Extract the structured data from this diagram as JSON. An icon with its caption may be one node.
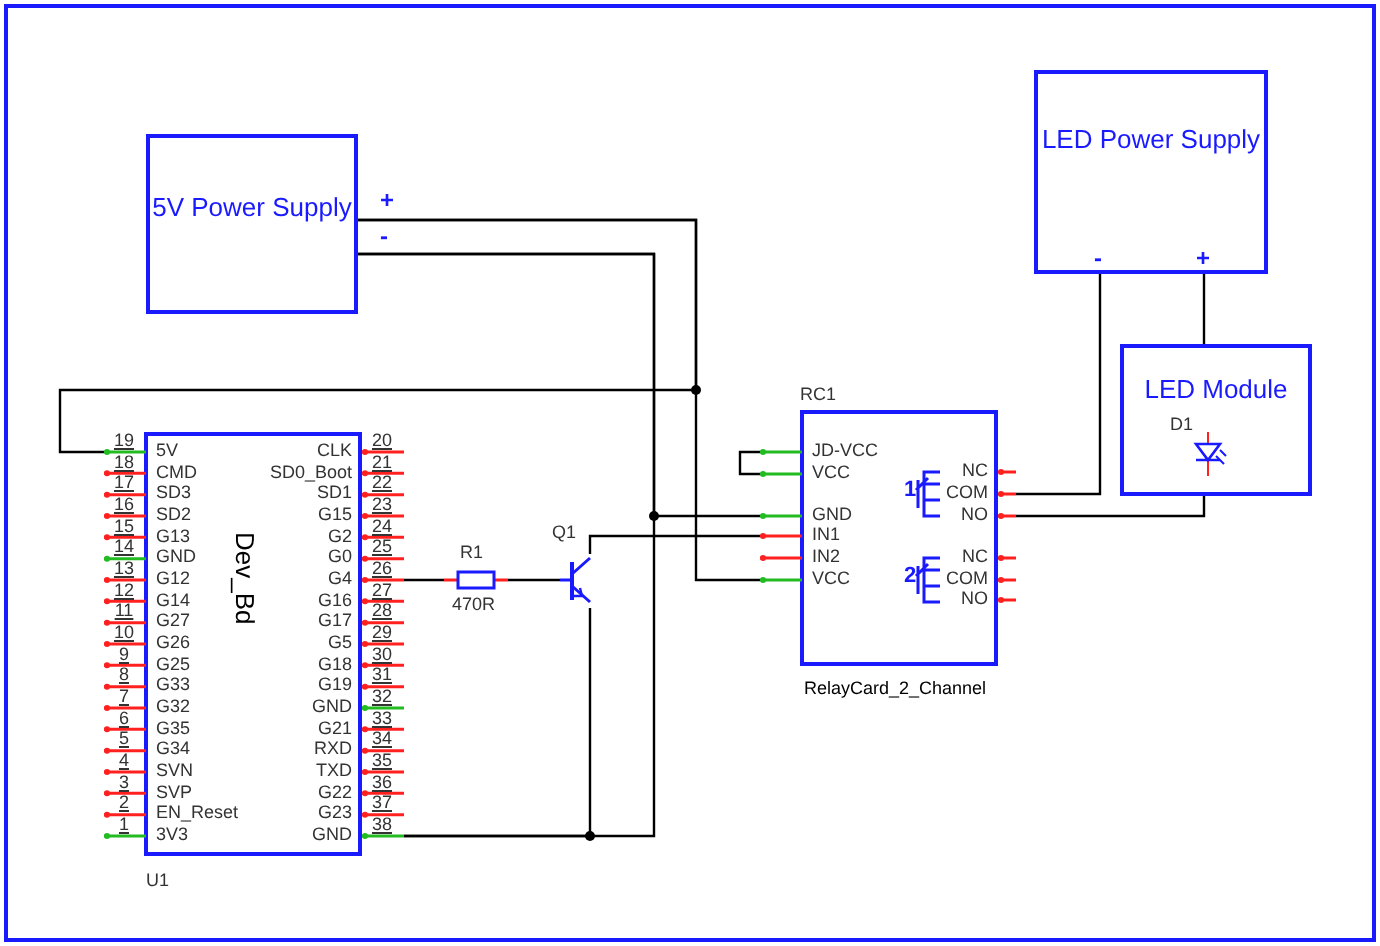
{
  "diagram": {
    "nodes": [
      {
        "text": [
          "LED Power Supply",
          "-",
          "+"
        ]
      },
      {
        "text": [
          "5V Power Supply"
        ],
        "beside": [
          "+",
          "-"
        ]
      },
      {
        "text": [
          "LED Module"
        ]
      },
      {
        "text": [],
        "shape": "led",
        "in": 2,
        "beside": [
          "D1"
        ]
      },
      {
        "text": [
          "Dev_Bd"
        ],
        "beside": [
          "U1"
        ]
      },
      {
        "text": [],
        "shape": "resistor",
        "beside": [
          "R1",
          "470R"
        ]
      },
      {
        "text": [],
        "shape": "transistor",
        "beside": [
          "Q1"
        ]
      },
      {
        "text": [
          "RelayCard_2_Channel"
        ],
        "beside": [
          "RC1"
        ]
      }
    ],
    "edges": [
      {
        "from": 1,
        "to": 4,
        "arrow": "none"
      },
      {
        "from": 1,
        "to": 7,
        "arrow": "none"
      },
      {
        "from": 1,
        "to": 7,
        "arrow": "none"
      },
      {
        "from": 1,
        "to": 4,
        "arrow": "none"
      },
      {
        "from": 4,
        "to": 5,
        "arrow": "none"
      },
      {
        "from": 5,
        "to": 6,
        "arrow": "none"
      },
      {
        "from": 6,
        "to": 7,
        "arrow": "none"
      },
      {
        "from": 6,
        "to": 4,
        "arrow": "none"
      },
      {
        "from": 7,
        "to": 0,
        "arrow": "none"
      },
      {
        "from": 7,
        "to": 2,
        "arrow": "none"
      },
      {
        "from": 0,
        "to": 2,
        "arrow": "none"
      }
    ],
    "labels": [
      "19",
      "5V",
      "CLK",
      "20",
      "18",
      "CMD",
      "SD0_Boot",
      "21",
      "17",
      "SD3",
      "SD1",
      "22",
      "16",
      "SD2",
      "G15",
      "23",
      "15",
      "G13",
      "G2",
      "24",
      "14",
      "GND",
      "G0",
      "25",
      "13",
      "G12",
      "G4",
      "26",
      "12",
      "G14",
      "G16",
      "27",
      "11",
      "G27",
      "G17",
      "28",
      "10",
      "G26",
      "G5",
      "29",
      "9",
      "G25",
      "G18",
      "30",
      "8",
      "G33",
      "G19",
      "31",
      "7",
      "G32",
      "GND",
      "32",
      "6",
      "G35",
      "G21",
      "33",
      "5",
      "G34",
      "RXD",
      "34",
      "4",
      "SVN",
      "TXD",
      "35",
      "3",
      "SVP",
      "G22",
      "36",
      "2",
      "EN_Reset",
      "G23",
      "37",
      "1",
      "3V3",
      "GND",
      "38",
      "JD-VCC",
      "VCC",
      "GND",
      "IN1",
      "IN2",
      "VCC",
      "1",
      "NC",
      "COM",
      "NO",
      "2",
      "NC",
      "COM",
      "NO"
    ]
  }
}
